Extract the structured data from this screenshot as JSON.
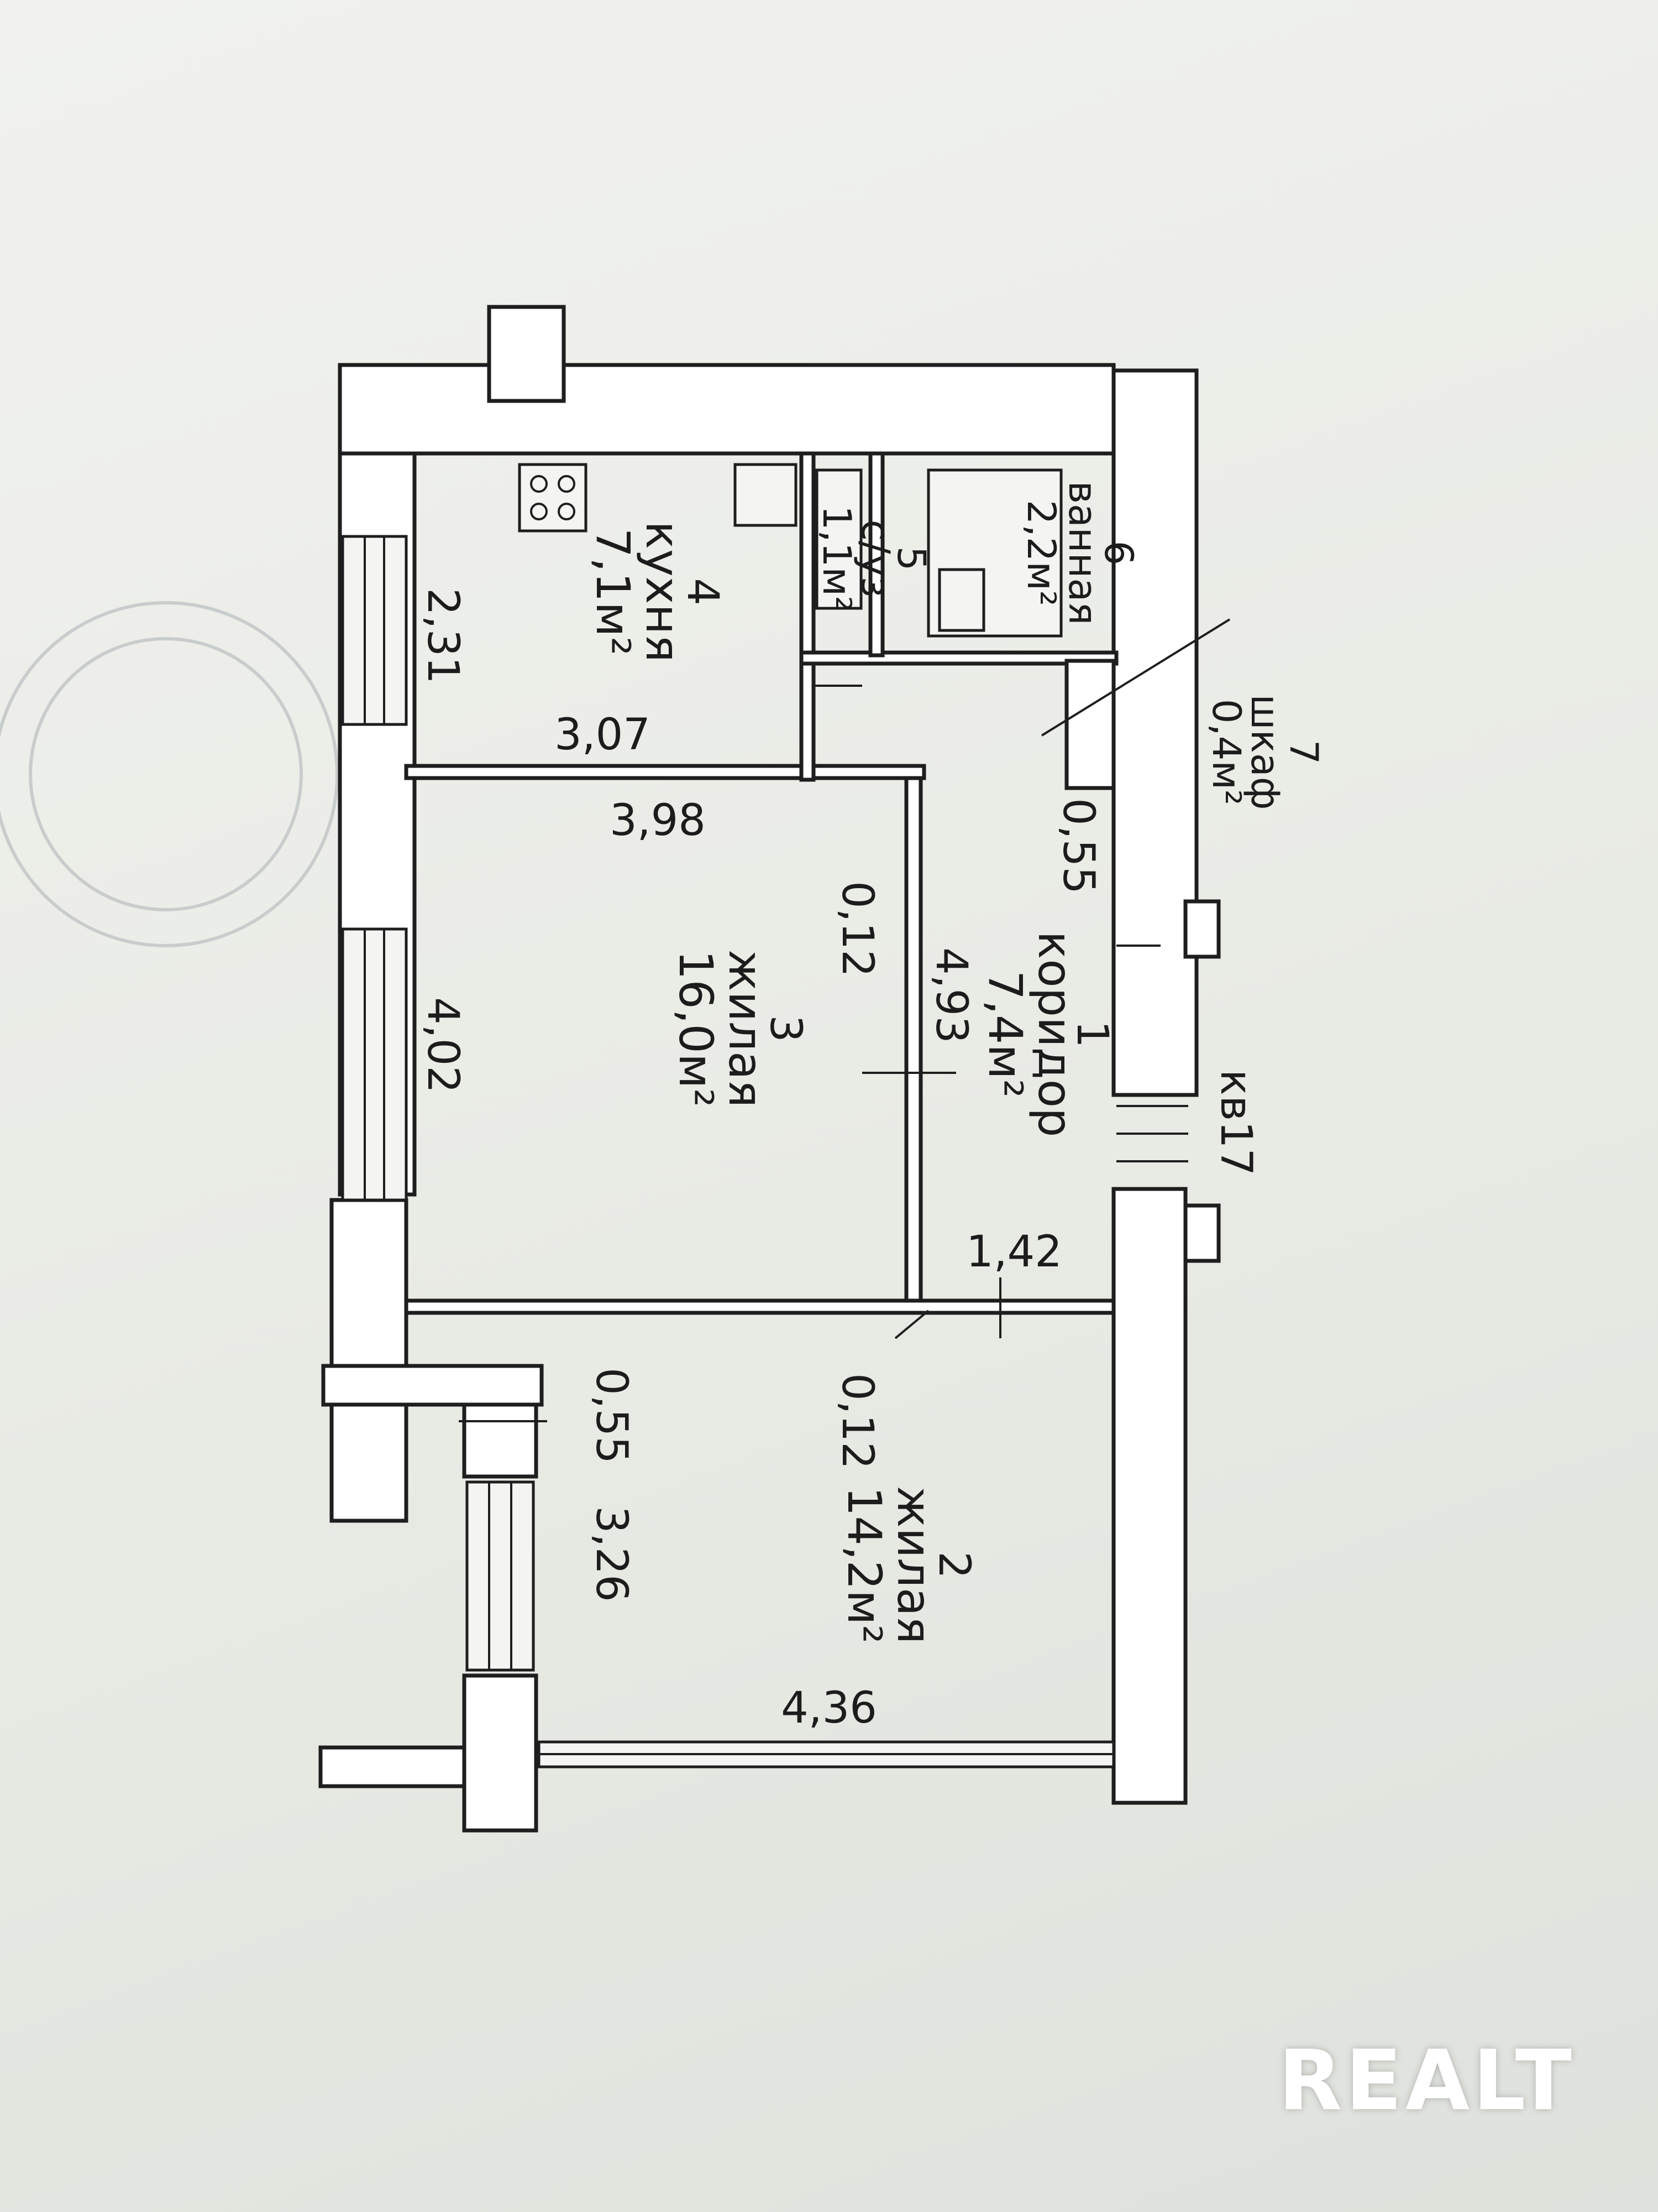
{
  "watermark": "REALT",
  "apartment_ref": "кв17",
  "rooms": [
    {
      "number": "1",
      "name": "коридор",
      "area": "7,4м²"
    },
    {
      "number": "2",
      "name": "жилая",
      "area": "14,2м²"
    },
    {
      "number": "3",
      "name": "жилая",
      "area": "16,0м²"
    },
    {
      "number": "4",
      "name": "кухня",
      "area": "7,1м²"
    },
    {
      "number": "5",
      "name": "с/уз",
      "area": "1,1м²"
    },
    {
      "number": "6",
      "name": "ванная",
      "area": "2,2м²"
    },
    {
      "number": "7",
      "name": "шкаф",
      "area": "0,4м²"
    }
  ],
  "dimensions": {
    "kitchen_width": "3,07",
    "kitchen_depth": "2,31",
    "room3_width": "3,98",
    "room3_depth": "4,02",
    "partition_room3_corridor": "0,12",
    "corridor_length": "4,93",
    "corridor_offset": "0,55",
    "corridor_width": "1,42",
    "partition_room2": "0,12",
    "balcony_offset": "0,55",
    "room2_depth": "3,26",
    "room2_width": "4,36"
  }
}
